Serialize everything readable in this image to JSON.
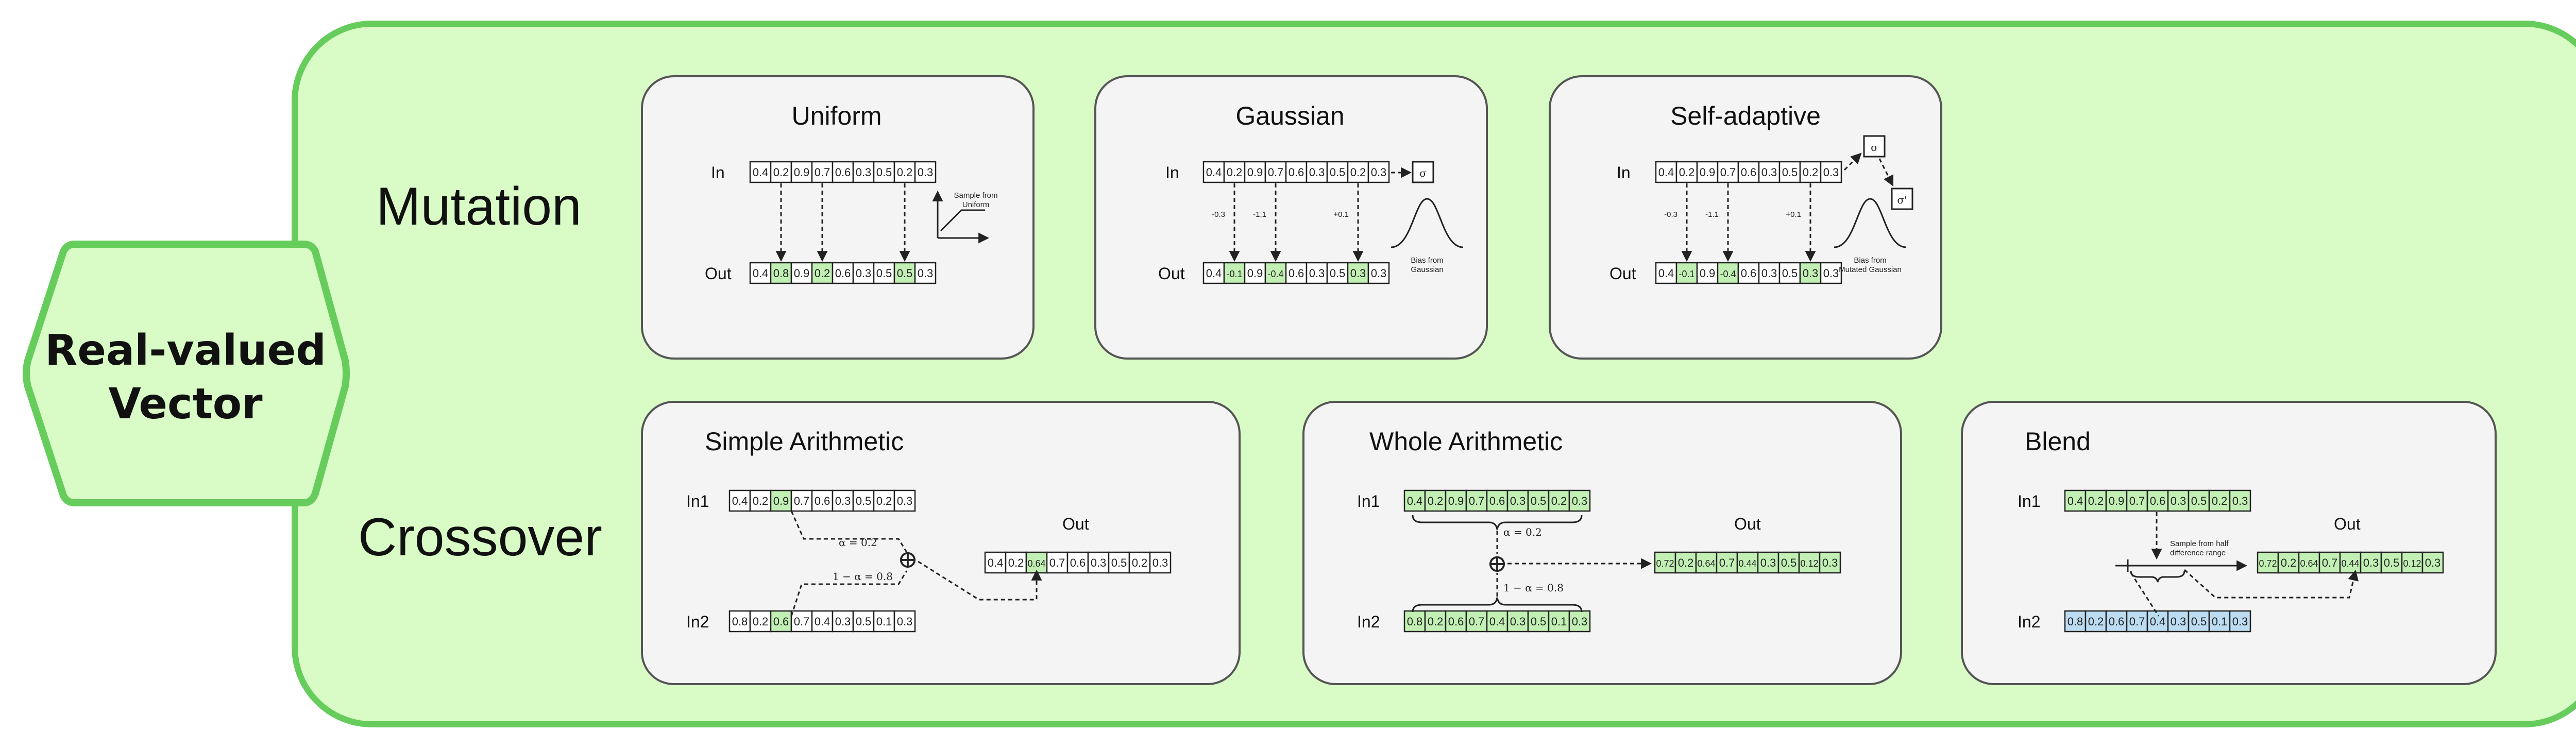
{
  "root": {
    "label_line1": "Real-valued",
    "label_line2": "Vector"
  },
  "sections": {
    "mutation": "Mutation",
    "crossover": "Crossover"
  },
  "labels": {
    "in": "In",
    "out": "Out",
    "in1": "In1",
    "in2": "In2",
    "out_label": "Out"
  },
  "colors": {
    "outer_fill": "#d9fbc6",
    "outer_stroke": "#66cc5c",
    "panel_fill": "#f4f4f4",
    "panel_stroke": "#555555",
    "cell_green": "#c2f0b4",
    "cell_blue": "#bcdcf2"
  },
  "uniform": {
    "title": "Uniform",
    "in_values": [
      "0.4",
      "0.2",
      "0.9",
      "0.7",
      "0.6",
      "0.3",
      "0.5",
      "0.2",
      "0.3"
    ],
    "out_values": [
      "0.4",
      "0.8",
      "0.9",
      "0.2",
      "0.6",
      "0.3",
      "0.5",
      "0.5",
      "0.3"
    ],
    "changed": [
      1,
      3,
      7
    ],
    "note": [
      "Sample from",
      "Uniform"
    ]
  },
  "gaussian": {
    "title": "Gaussian",
    "in_values": [
      "0.4",
      "0.2",
      "0.9",
      "0.7",
      "0.6",
      "0.3",
      "0.5",
      "0.2",
      "0.3"
    ],
    "out_values": [
      "0.4",
      "-0.1",
      "0.9",
      "-0.4",
      "0.6",
      "0.3",
      "0.5",
      "0.3",
      "0.3"
    ],
    "changed": [
      1,
      3,
      7
    ],
    "deltas": [
      "-0.3",
      "-1.1",
      "+0.1"
    ],
    "sigma": "σ",
    "note": [
      "Bias from",
      "Gaussian"
    ]
  },
  "self_adaptive": {
    "title": "Self-adaptive",
    "in_values": [
      "0.4",
      "0.2",
      "0.9",
      "0.7",
      "0.6",
      "0.3",
      "0.5",
      "0.2",
      "0.3"
    ],
    "out_values": [
      "0.4",
      "-0.1",
      "0.9",
      "-0.4",
      "0.6",
      "0.3",
      "0.5",
      "0.3",
      "0.3"
    ],
    "changed": [
      1,
      3,
      7
    ],
    "deltas": [
      "-0.3",
      "-1.1",
      "+0.1"
    ],
    "sigma": "σ",
    "sigma_prime": "σ'",
    "note": [
      "Bias from",
      "Mutated Gaussian"
    ]
  },
  "simple_arithmetic": {
    "title": "Simple Arithmetic",
    "in1_values": [
      "0.4",
      "0.2",
      "0.9",
      "0.7",
      "0.6",
      "0.3",
      "0.5",
      "0.2",
      "0.3"
    ],
    "in2_values": [
      "0.8",
      "0.2",
      "0.6",
      "0.7",
      "0.4",
      "0.3",
      "0.5",
      "0.1",
      "0.3"
    ],
    "out_values": [
      "0.4",
      "0.2",
      "0.64",
      "0.7",
      "0.6",
      "0.3",
      "0.5",
      "0.2",
      "0.3"
    ],
    "alpha": "α = 0.2",
    "one_minus_alpha": "1 − α = 0.8",
    "plus": "⊕"
  },
  "whole_arithmetic": {
    "title": "Whole Arithmetic",
    "in1_values": [
      "0.4",
      "0.2",
      "0.9",
      "0.7",
      "0.6",
      "0.3",
      "0.5",
      "0.2",
      "0.3"
    ],
    "in2_values": [
      "0.8",
      "0.2",
      "0.6",
      "0.7",
      "0.4",
      "0.3",
      "0.5",
      "0.1",
      "0.3"
    ],
    "out_values": [
      "0.72",
      "0.2",
      "0.64",
      "0.7",
      "0.44",
      "0.3",
      "0.5",
      "0.12",
      "0.3"
    ],
    "alpha": "α = 0.2",
    "one_minus_alpha": "1 − α = 0.8",
    "plus": "⊕"
  },
  "blend": {
    "title": "Blend",
    "in1_values": [
      "0.4",
      "0.2",
      "0.9",
      "0.7",
      "0.6",
      "0.3",
      "0.5",
      "0.2",
      "0.3"
    ],
    "in2_values": [
      "0.8",
      "0.2",
      "0.6",
      "0.7",
      "0.4",
      "0.3",
      "0.5",
      "0.1",
      "0.3"
    ],
    "out_values": [
      "0.72",
      "0.2",
      "0.64",
      "0.7",
      "0.44",
      "0.3",
      "0.5",
      "0.12",
      "0.3"
    ],
    "note": [
      "Sample from half",
      "difference range"
    ]
  }
}
